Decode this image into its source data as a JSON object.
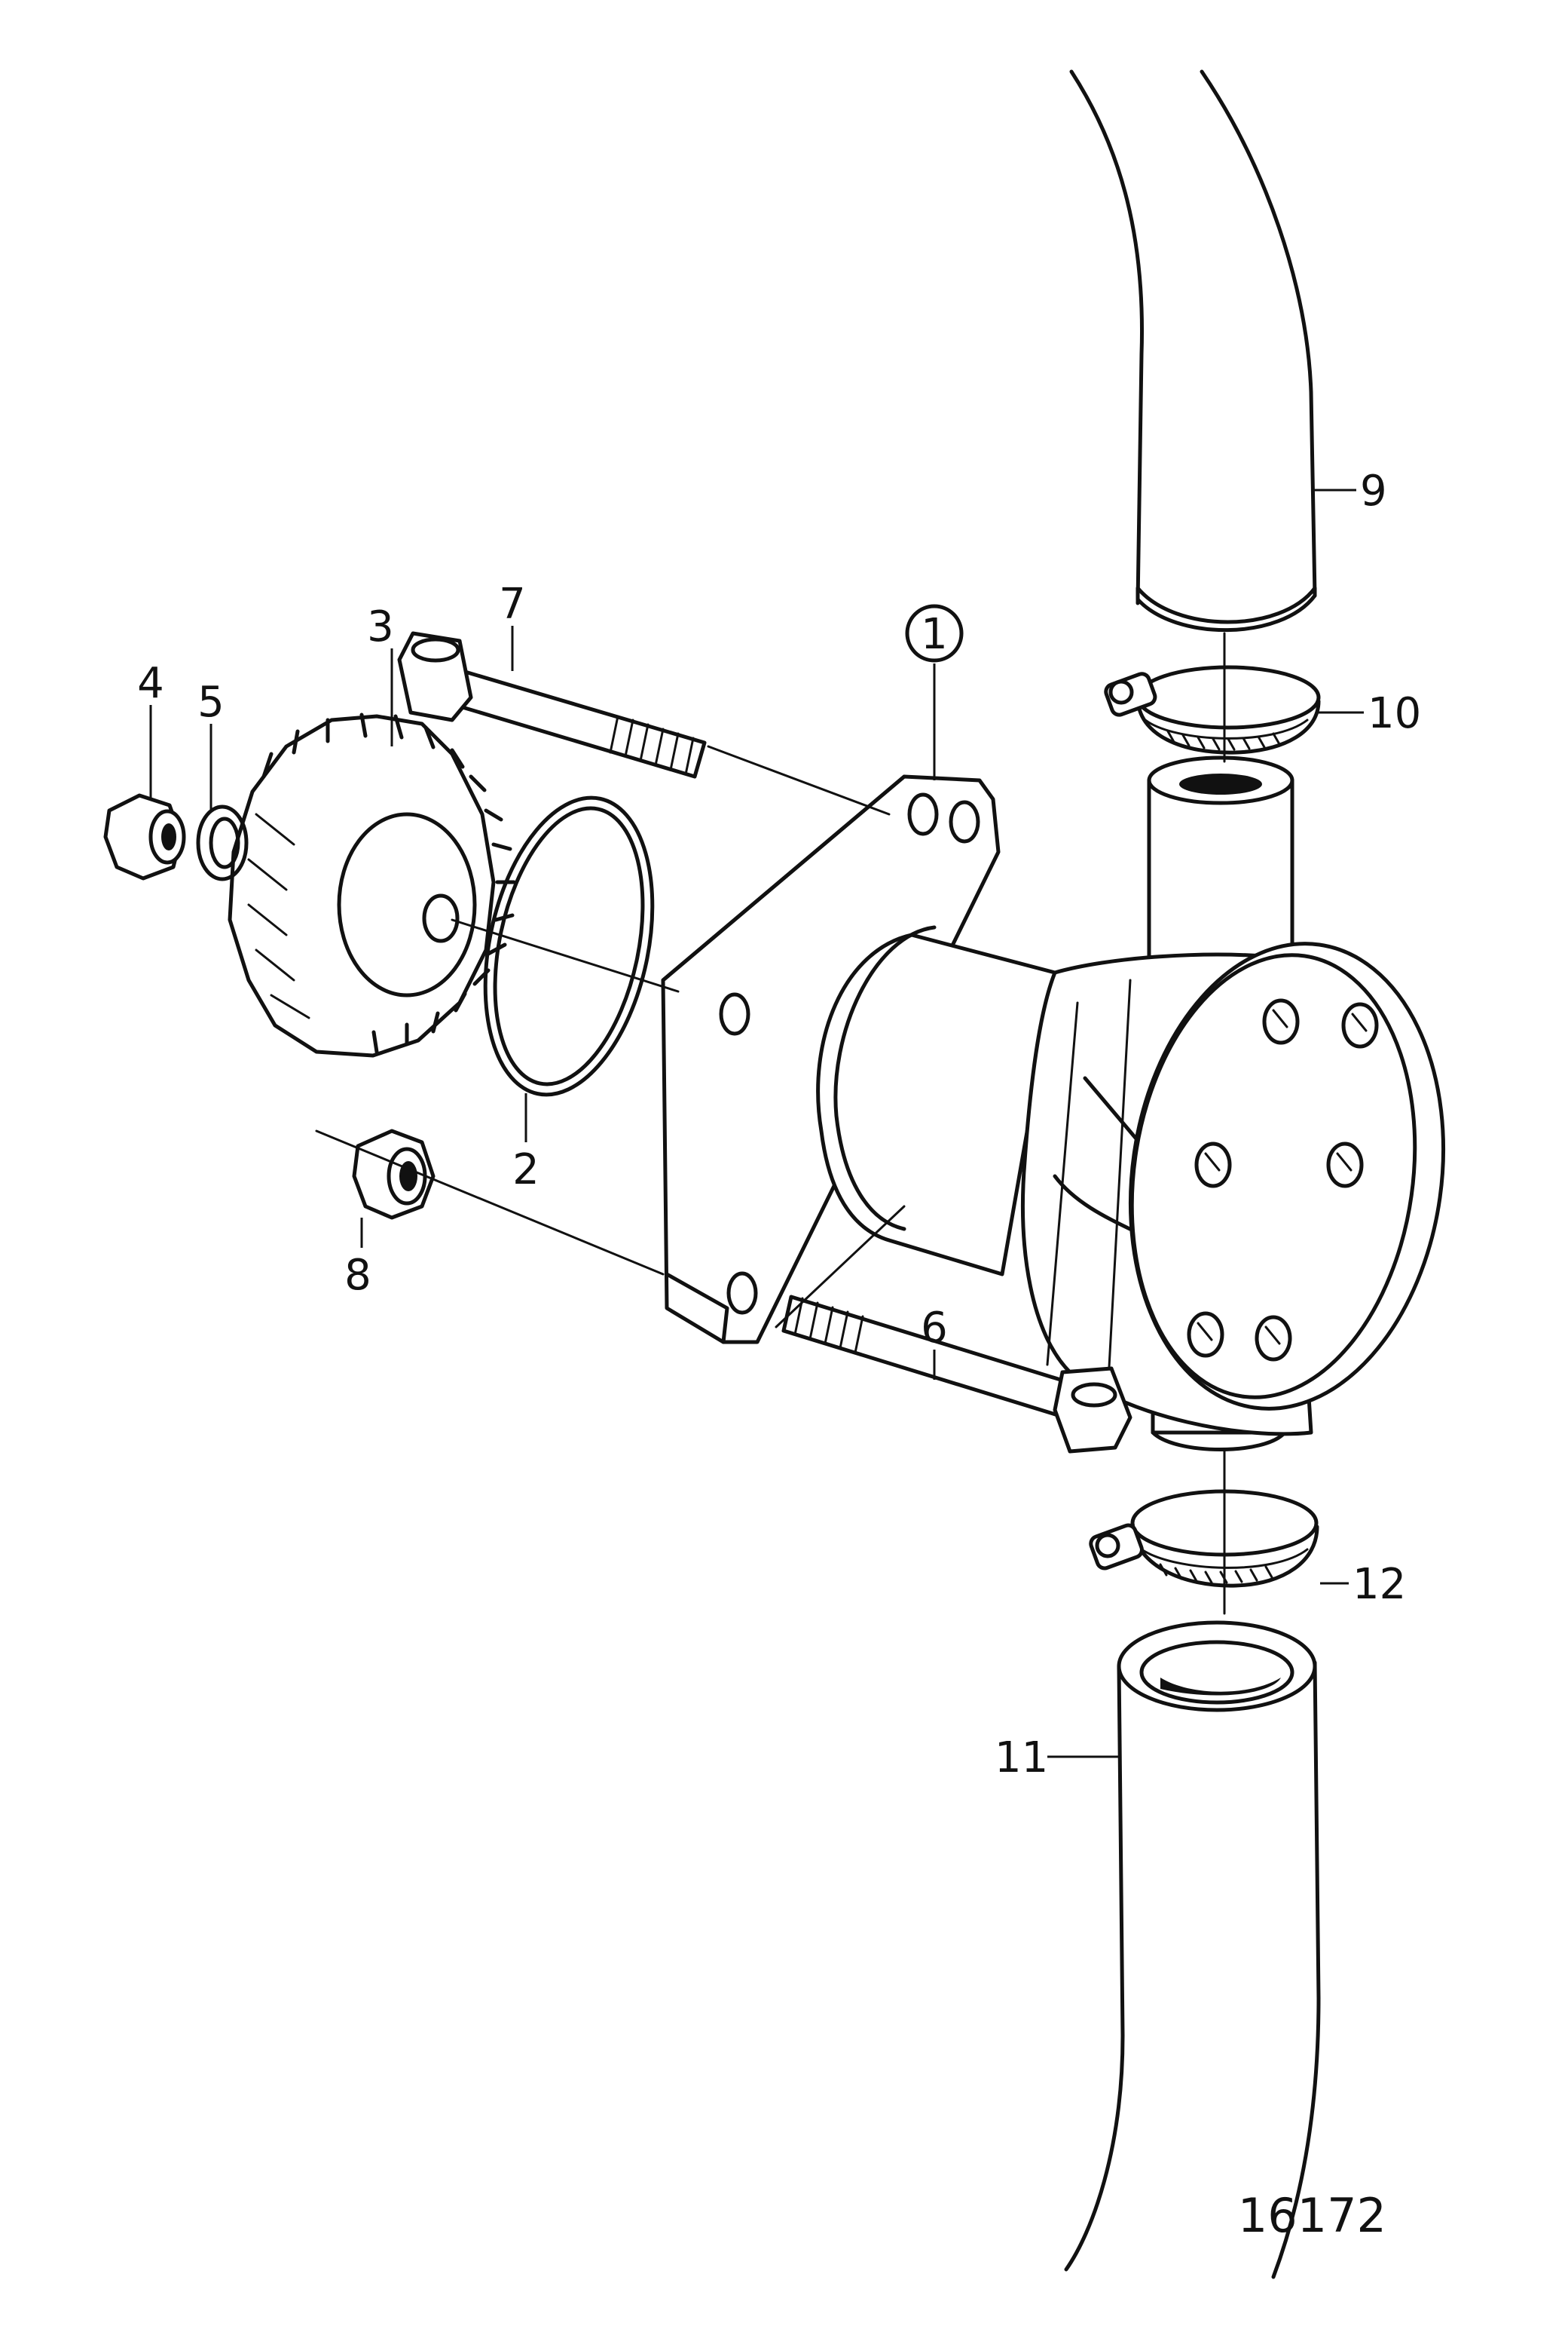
{
  "callouts": {
    "c1": "1",
    "c2": "2",
    "c3": "3",
    "c4": "4",
    "c5": "5",
    "c6": "6",
    "c7": "7",
    "c8": "8",
    "c9": "9",
    "c10": "10",
    "c11": "11",
    "c12": "12"
  },
  "figure_number": "16172"
}
